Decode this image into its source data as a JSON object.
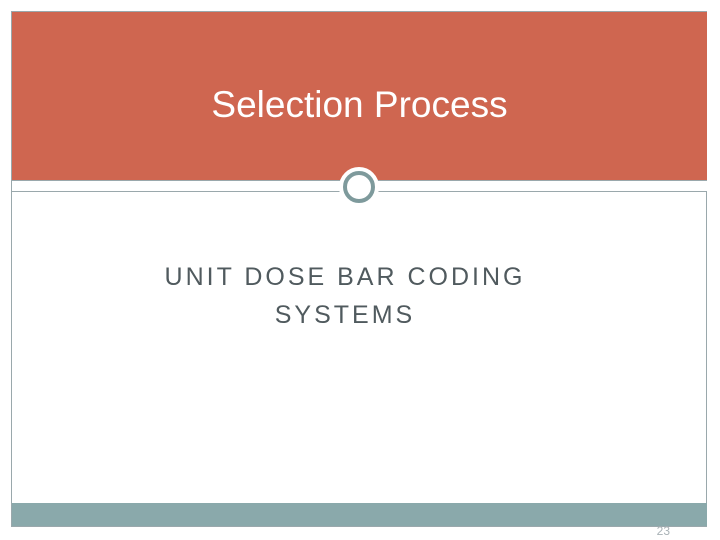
{
  "slide": {
    "title": "Selection Process",
    "subtitle": "UNIT DOSE BAR CODING SYSTEMS",
    "page_number": "23"
  },
  "colors": {
    "title_band": "#cf6650",
    "bottom_band": "#8aa9ab",
    "ring": "#7e9a9c",
    "subtitle_text": "#505a5e"
  }
}
